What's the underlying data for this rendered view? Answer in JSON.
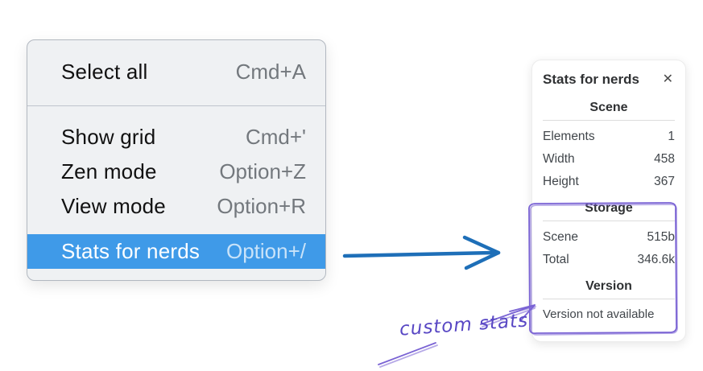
{
  "context_menu": {
    "items": [
      {
        "label": "Select all",
        "shortcut": "Cmd+A",
        "highlighted": false
      },
      {
        "label": "Show grid",
        "shortcut": "Cmd+'",
        "highlighted": false
      },
      {
        "label": "Zen mode",
        "shortcut": "Option+Z",
        "highlighted": false
      },
      {
        "label": "View mode",
        "shortcut": "Option+R",
        "highlighted": false
      },
      {
        "label": "Stats for nerds",
        "shortcut": "Option+/",
        "highlighted": true
      }
    ]
  },
  "stats_panel": {
    "title": "Stats for nerds",
    "sections": [
      {
        "heading": "Scene",
        "rows": [
          {
            "label": "Elements",
            "value": "1"
          },
          {
            "label": "Width",
            "value": "458"
          },
          {
            "label": "Height",
            "value": "367"
          }
        ]
      },
      {
        "heading": "Storage",
        "rows": [
          {
            "label": "Scene",
            "value": "515b"
          },
          {
            "label": "Total",
            "value": "346.6k"
          }
        ]
      },
      {
        "heading": "Version",
        "note": "Version not available"
      }
    ]
  },
  "annotations": {
    "custom_stats_label": "custom stats"
  },
  "icons": {
    "close": "✕"
  },
  "colors": {
    "menu_bg": "#eff1f3",
    "menu_border": "#b2b8c0",
    "menu_highlight": "#3f9ae8",
    "menu_label": "#111111",
    "menu_shortcut": "#73787d",
    "panel_text": "#41464b",
    "panel_heading": "#2f3133",
    "arrow_blue": "#1e6fb8",
    "annotation_purple": "#7a63d4",
    "handwriting_purple": "#5847c4"
  }
}
